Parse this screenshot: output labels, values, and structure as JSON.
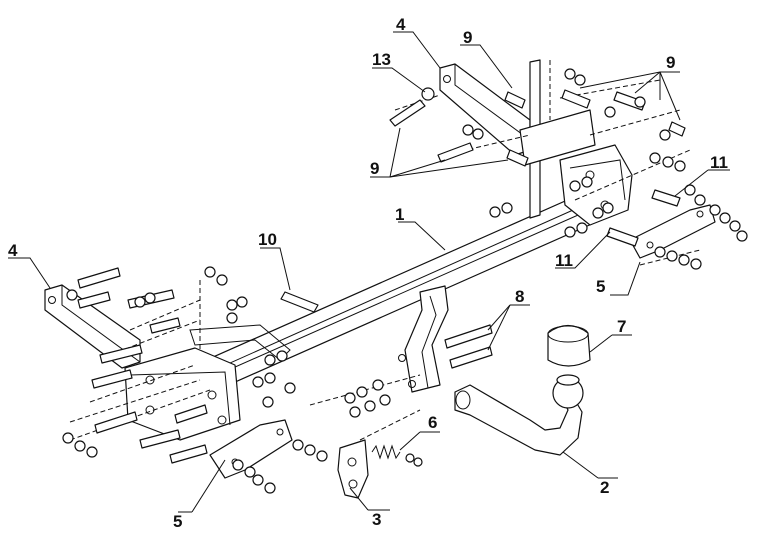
{
  "diagram": {
    "callouts": [
      "1",
      "2",
      "3",
      "4",
      "4",
      "5",
      "5",
      "6",
      "7",
      "8",
      "9",
      "9",
      "9",
      "10",
      "11",
      "11",
      "13"
    ]
  },
  "colors": {
    "line": "#111111",
    "background": "#ffffff"
  }
}
